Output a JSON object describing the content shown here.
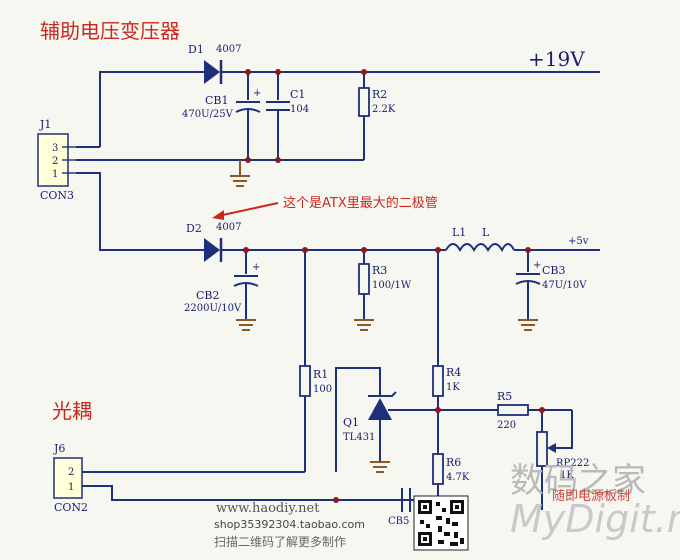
{
  "titles": {
    "aux_transformer": "辅助电压变压器",
    "optocoupler": "光耦"
  },
  "annotation": "这个是ATX里最大的二极管",
  "rails": {
    "v19": "+19V",
    "v5": "+5v"
  },
  "connectors": {
    "j1": {
      "ref": "J1",
      "type": "CON3",
      "pins": [
        "3",
        "2",
        "1"
      ]
    },
    "j6": {
      "ref": "J6",
      "type": "CON2",
      "pins": [
        "2",
        "1"
      ]
    }
  },
  "components": {
    "d1": {
      "ref": "D1",
      "value": "4007"
    },
    "d2": {
      "ref": "D2",
      "value": "4007"
    },
    "cb1": {
      "ref": "CB1",
      "value": "470U/25V"
    },
    "c1": {
      "ref": "C1",
      "value": "104"
    },
    "r2": {
      "ref": "R2",
      "value": "2.2K"
    },
    "cb2": {
      "ref": "CB2",
      "value": "2200U/10V"
    },
    "r3": {
      "ref": "R3",
      "value": "100/1W"
    },
    "l1": {
      "ref": "L1",
      "value": "L"
    },
    "cb3": {
      "ref": "CB3",
      "value": "47U/10V"
    },
    "r1": {
      "ref": "R1",
      "value": "100"
    },
    "q1": {
      "ref": "Q1",
      "value": "TL431"
    },
    "r4": {
      "ref": "R4",
      "value": "1K"
    },
    "r5": {
      "ref": "R5",
      "value": "220"
    },
    "r6": {
      "ref": "R6",
      "value": "4.7K"
    },
    "rp": {
      "ref": "RP222",
      "value": "1K"
    },
    "cb5": {
      "ref": "CB5",
      "value": ""
    }
  },
  "watermarks": {
    "site": "www.haodiy.net",
    "shop": "shop35392304.taobao.com",
    "scan": "扫描二维码了解更多制作",
    "brand_cn": "数码之家",
    "brand_en": "MyDigit.net",
    "extra": "随即电源板制"
  },
  "colors": {
    "wire": "#1f2f7a",
    "junction": "#8b1a1a",
    "ground": "#8a5a2b",
    "annotation": "#c8281e",
    "background": "#f7f7f2"
  }
}
